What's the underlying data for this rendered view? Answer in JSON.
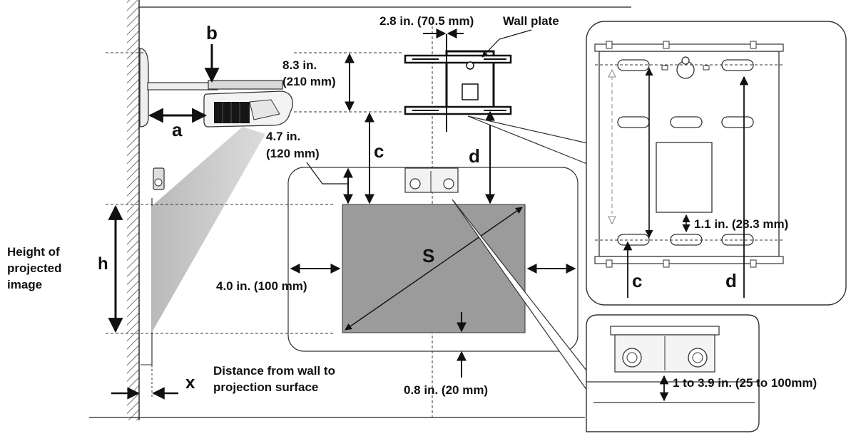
{
  "labels": {
    "a": "a",
    "b": "b",
    "c_main": "c",
    "d_main": "d",
    "h": "h",
    "s": "S",
    "x": "x",
    "c_inset": "c",
    "d_inset": "d"
  },
  "dimensions": {
    "plate_width": "2.8 in. (70.5 mm)",
    "wall_plate": "Wall plate",
    "slot_spacing_line1": "8.3 in.",
    "slot_spacing_line2": "(210 mm)",
    "offset_line1": "4.7 in.",
    "offset_line2": "(120 mm)",
    "side_margin": "4.0 in. (100 mm)",
    "bottom_margin": "0.8 in. (20 mm)",
    "inset_offset": "1.1 in. (28.3 mm)",
    "hook_range": "1 to 3.9 in. (25 to 100mm)"
  },
  "descriptions": {
    "height_line1": "Height of",
    "height_line2": "projected",
    "height_line3": "image",
    "distance_line1": "Distance from wall to",
    "distance_line2": "projection surface"
  }
}
